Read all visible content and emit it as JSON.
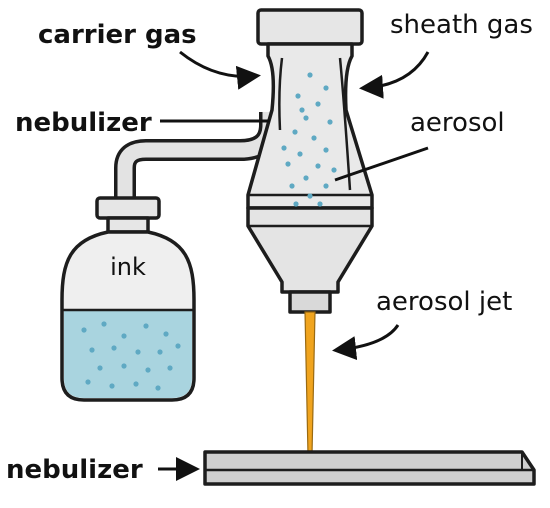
{
  "diagram": {
    "labels": {
      "carrier_gas": "carrier gas",
      "sheath_gas": "sheath gas",
      "nebulizer_top": "nebulizer",
      "aerosol": "aerosol",
      "ink": "ink",
      "aerosol_jet": "aerosol jet",
      "nebulizer_bottom": "nebulizer"
    },
    "colors": {
      "outline": "#1d1d1d",
      "body_gray": "#e6e6e6",
      "body_gray_dark": "#cfcfcf",
      "ink_liquid": "#a9d4df",
      "droplet": "#5fa9c3",
      "jet": "#f0a41e",
      "substrate": "#cfcfcf"
    }
  }
}
